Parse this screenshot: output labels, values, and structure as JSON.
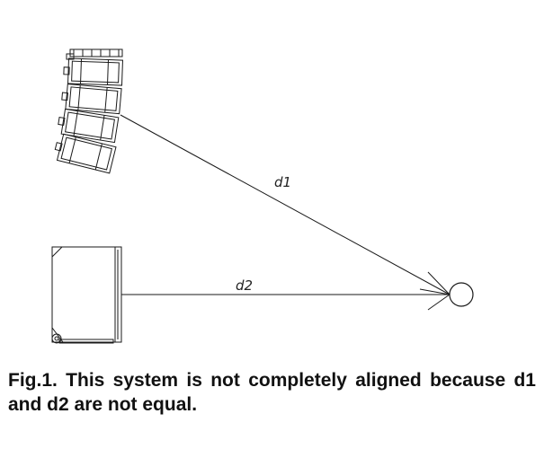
{
  "diagram": {
    "line_labels": {
      "d1": "d1",
      "d2": "d2"
    },
    "colors": {
      "stroke": "#1a1a1a",
      "background": "#ffffff"
    },
    "elements": {
      "line_array": "line-array speaker cabinets (curved, suspended)",
      "subwoofer": "subwoofer cabinet",
      "listener": "listening point circle"
    }
  },
  "caption": {
    "text": "Fig.1. This system is not completely aligned because d1 and d2 are not equal."
  }
}
